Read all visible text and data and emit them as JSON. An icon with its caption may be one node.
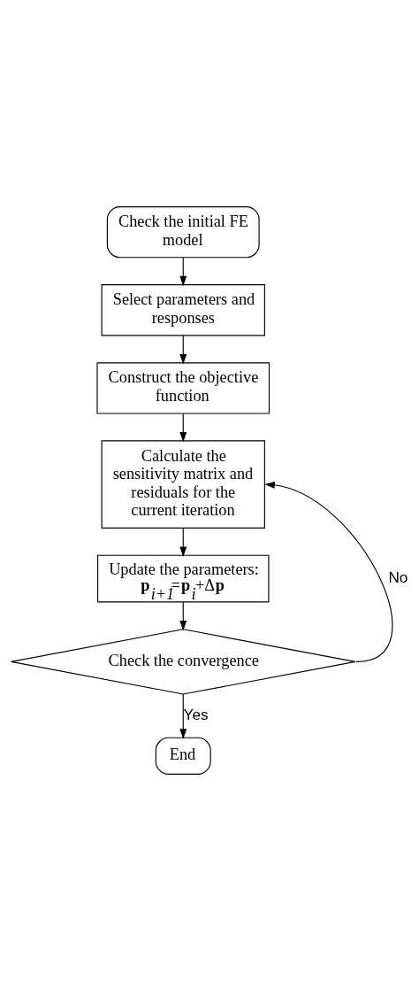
{
  "diagram": {
    "nodes": [
      {
        "text": [
          "Check the initial FE model"
        ]
      },
      {
        "text": [
          "Select parameters and responses"
        ]
      },
      {
        "text": [
          "Construct the objective function"
        ]
      },
      {
        "text": [
          "Calculate the sensitivity matrix and residuals for the current iteration"
        ]
      },
      {
        "text": [
          "Update the parameters:",
          "**p**$_{i+1}$=**p**$_{i}$+Δ**p**"
        ]
      },
      {
        "text": [
          "Check the convergence"
        ]
      },
      {
        "text": [
          "End"
        ]
      }
    ],
    "edges": [
      {
        "from": 0,
        "to": 1,
        "arrow": "to"
      },
      {
        "from": 1,
        "to": 2,
        "arrow": "to"
      },
      {
        "from": 2,
        "to": 3,
        "arrow": "to"
      },
      {
        "from": 3,
        "to": 4,
        "arrow": "to"
      },
      {
        "from": 4,
        "to": 5,
        "arrow": "to"
      },
      {
        "from": 5,
        "to": 3,
        "label": "No",
        "arrow": "to"
      },
      {
        "from": 5,
        "to": 6,
        "label": "Yes",
        "arrow": "to"
      }
    ]
  }
}
